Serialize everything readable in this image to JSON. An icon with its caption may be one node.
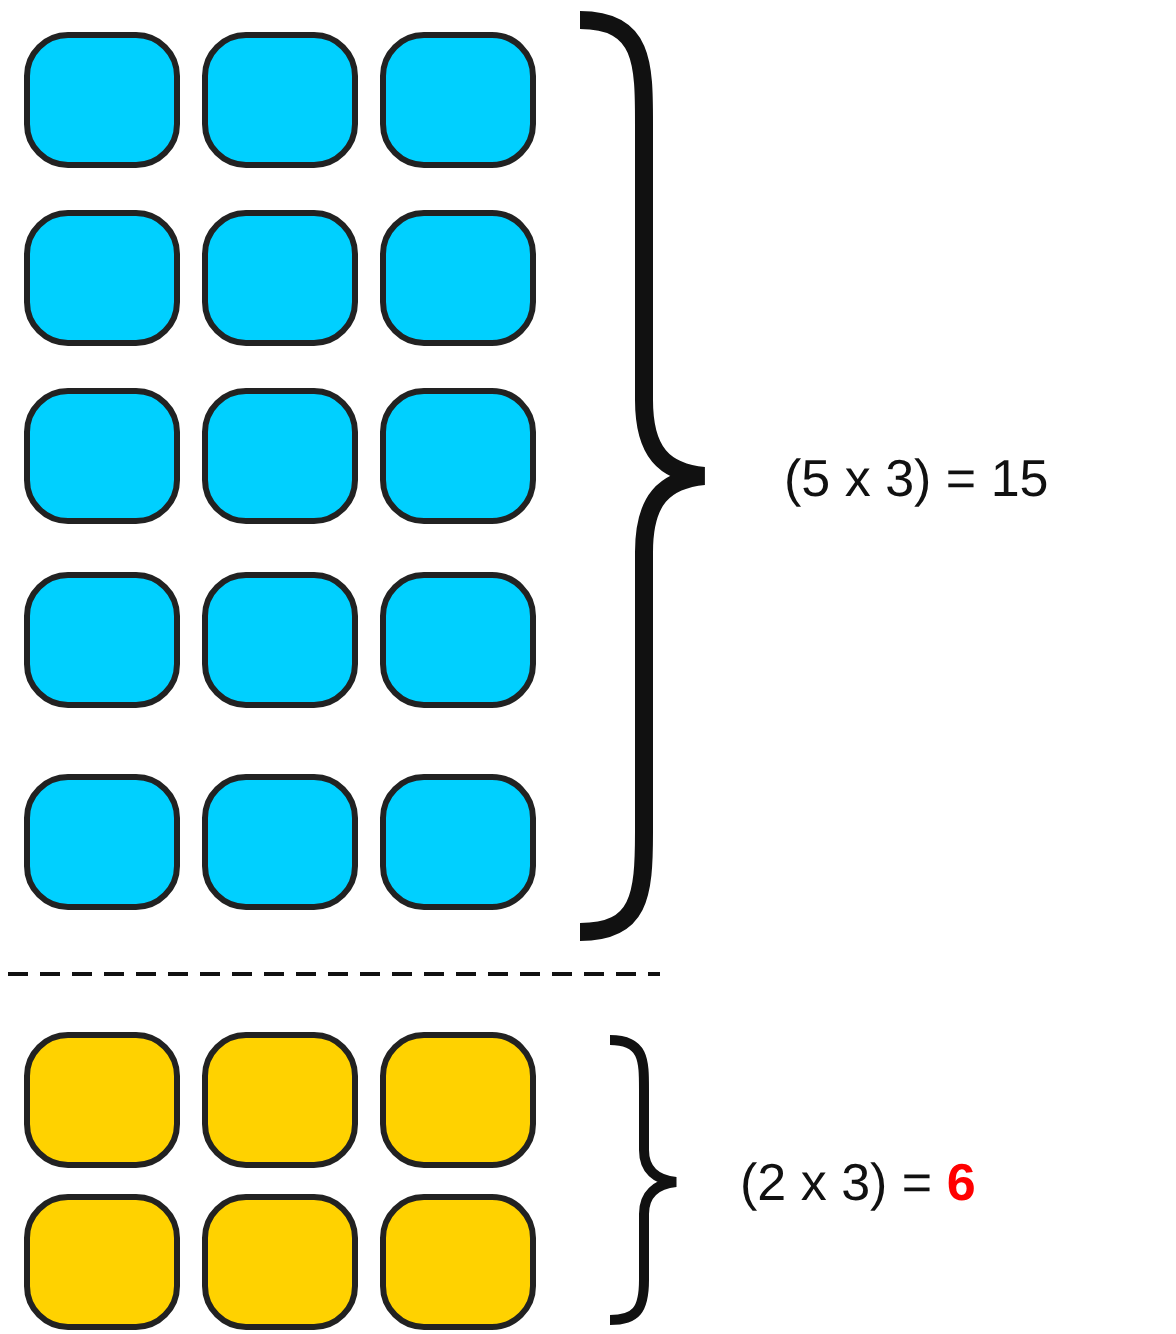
{
  "diagram": {
    "nodes": [
      {
        "text": [],
        "shape": "box"
      },
      {
        "text": [],
        "shape": "box"
      },
      {
        "text": [],
        "shape": "box"
      },
      {
        "text": [],
        "shape": "box"
      },
      {
        "text": [],
        "shape": "box"
      },
      {
        "text": [],
        "shape": "box"
      },
      {
        "text": [],
        "shape": "box"
      },
      {
        "text": [],
        "shape": "box"
      },
      {
        "text": [],
        "shape": "box"
      },
      {
        "text": [],
        "shape": "box"
      },
      {
        "text": [],
        "shape": "box"
      },
      {
        "text": [],
        "shape": "box"
      },
      {
        "text": [],
        "shape": "box"
      },
      {
        "text": [],
        "shape": "box"
      },
      {
        "text": [],
        "shape": "box"
      },
      {
        "text": [],
        "shape": "box"
      },
      {
        "text": [],
        "shape": "box"
      },
      {
        "text": [],
        "shape": "box"
      },
      {
        "text": [],
        "shape": "box"
      },
      {
        "text": [],
        "shape": "box"
      },
      {
        "text": [],
        "shape": "box"
      }
    ],
    "labels": [
      "(5 x 3) = 15",
      "(2 x 3) = **6**"
    ]
  }
}
